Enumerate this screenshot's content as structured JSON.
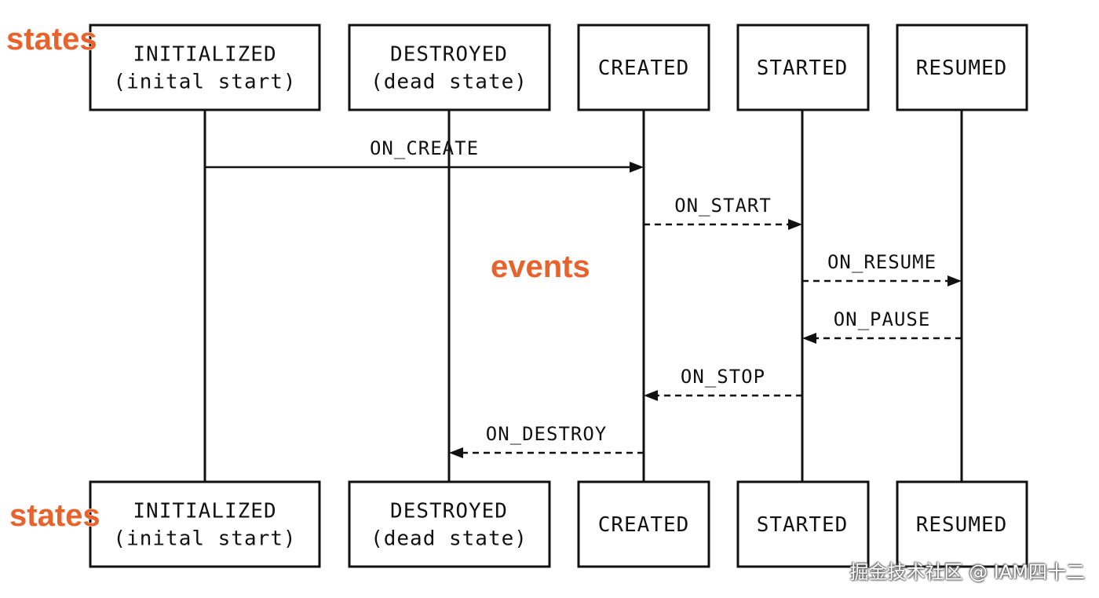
{
  "annotations": {
    "states_top": "states",
    "states_bottom": "states",
    "events": "events"
  },
  "participants": [
    {
      "id": "initialized",
      "lines": [
        "INITIALIZED",
        "(inital start)"
      ]
    },
    {
      "id": "destroyed",
      "lines": [
        "DESTROYED",
        "(dead state)"
      ]
    },
    {
      "id": "created",
      "lines": [
        "CREATED"
      ]
    },
    {
      "id": "started",
      "lines": [
        "STARTED"
      ]
    },
    {
      "id": "resumed",
      "lines": [
        "RESUMED"
      ]
    }
  ],
  "messages": [
    {
      "id": "on-create",
      "label": "ON_CREATE",
      "from": "initialized",
      "to": "created",
      "style": "solid"
    },
    {
      "id": "on-start",
      "label": "ON_START",
      "from": "created",
      "to": "started",
      "style": "dashed"
    },
    {
      "id": "on-resume",
      "label": "ON_RESUME",
      "from": "started",
      "to": "resumed",
      "style": "dashed"
    },
    {
      "id": "on-pause",
      "label": "ON_PAUSE",
      "from": "resumed",
      "to": "started",
      "style": "dashed"
    },
    {
      "id": "on-stop",
      "label": "ON_STOP",
      "from": "started",
      "to": "created",
      "style": "dashed"
    },
    {
      "id": "on-destroy",
      "label": "ON_DESTROY",
      "from": "created",
      "to": "destroyed",
      "style": "dashed"
    }
  ],
  "watermark": "掘金技术社区 @ IAM四十二"
}
